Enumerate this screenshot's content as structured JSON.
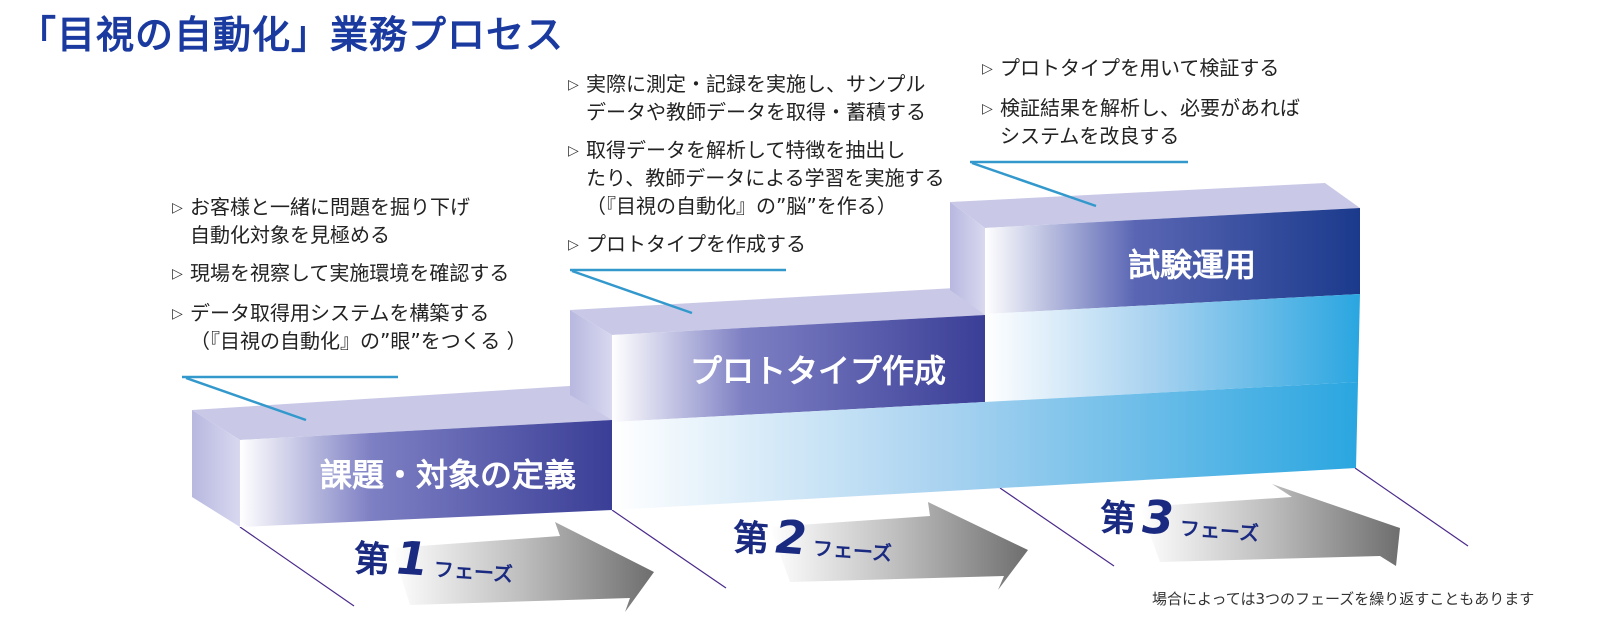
{
  "title": "「目視の自動化」業務プロセス",
  "steps": [
    {
      "label": "課題・対象の定義"
    },
    {
      "label": "プロトタイプ作成"
    },
    {
      "label": "試験運用"
    }
  ],
  "bullet_groups": [
    {
      "items": [
        "お客様と一緒に問題を掘り下げ\n自動化対象を見極める",
        "現場を視察して実施環境を確認する",
        "データ取得用システムを構築する\n（『目視の自動化』の”眼”をつくる ）"
      ]
    },
    {
      "items": [
        "実際に測定・記録を実施し、サンプル\nデータや教師データを取得・蓄積する",
        "取得データを解析して特徴を抽出し\nたり、教師データによる学習を実施する\n（『目視の自動化』の”脳”を作る）",
        "プロトタイプを作成する"
      ]
    },
    {
      "items": [
        "プロトタイプを用いて検証する",
        "検証結果を解析し、必要があれば\nシステムを改良する"
      ]
    }
  ],
  "phases": [
    {
      "prefix": "第",
      "number": "1",
      "suffix": "フェーズ"
    },
    {
      "prefix": "第",
      "number": "2",
      "suffix": "フェーズ"
    },
    {
      "prefix": "第",
      "number": "3",
      "suffix": "フェーズ"
    }
  ],
  "note": "場合によっては3つのフェーズを繰り返すこともあります",
  "colors": {
    "title": "#1a3aa0",
    "step_dark": "#3a3e96",
    "step_top": "#c8c8e6",
    "blue_front": "#2aa6e0",
    "leader_line": "#3399cc",
    "phase_text": "#1a2a80"
  }
}
